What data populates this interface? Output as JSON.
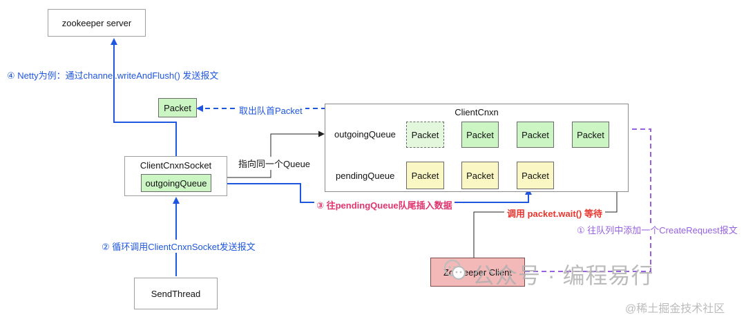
{
  "nodes": {
    "zk_server": "zookeeper server",
    "packet_taken": "Packet",
    "client_cnxn_socket": "ClientCnxnSocket",
    "socket_outgoing_queue": "outgoingQueue",
    "send_thread": "SendThread",
    "client_cnxn": "ClientCnxn",
    "outgoing_queue_label": "outgoingQueue",
    "pending_queue_label": "pendingQueue",
    "outgoing_packets": [
      "Packet",
      "Packet",
      "Packet",
      "Packet"
    ],
    "pending_packets": [
      "Packet",
      "Packet",
      "Packet"
    ],
    "zk_client": "Zookeeper Client"
  },
  "labels": {
    "step4": "④ Netty为例：通过channel.writeAndFlush() 发送报文",
    "take_head": "取出队首Packet",
    "same_queue": "指向同一个Queue",
    "step3": "③ 往pendingQueue队尾插入数据",
    "call_wait": "调用 packet.wait() 等待",
    "step1": "① 往队列中添加一个CreateRequest报文",
    "step2": "② 循环调用ClientCnxnSocket发送报文"
  },
  "watermark": {
    "account": "公众号 · 编程易行",
    "site": "@稀土掘金技术社区"
  },
  "colors": {
    "blue": "#1f56e0",
    "red": "#e8342c",
    "pink": "#e0356e",
    "purple": "#9660e0",
    "green_fill": "#ccf5c4",
    "yellow_fill": "#fbf7c4",
    "client_fill": "#f3b8b8"
  }
}
